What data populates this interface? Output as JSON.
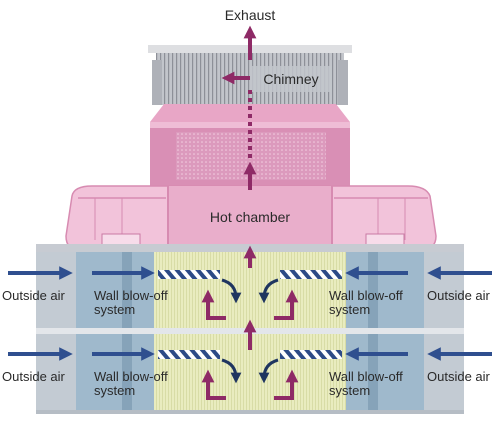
{
  "labels": {
    "exhaust": "Exhaust",
    "chimney": "Chimney",
    "hot_chamber": "Hot chamber",
    "outside_air": "Outside air",
    "wall_blow_off_line1": "Wall blow-off",
    "wall_blow_off_line2": "system"
  },
  "colors": {
    "chimney_gray": "#b9bcc2",
    "pink_light": "#f2c9dd",
    "pink_mid": "#e6a4c4",
    "pink_dark": "#d78bb1",
    "air_arrow": "#2f4f8f",
    "hot_arrow": "#8e2a66",
    "blue_column": "#9fb9cc",
    "yellow_core": "#e9ecbf"
  }
}
